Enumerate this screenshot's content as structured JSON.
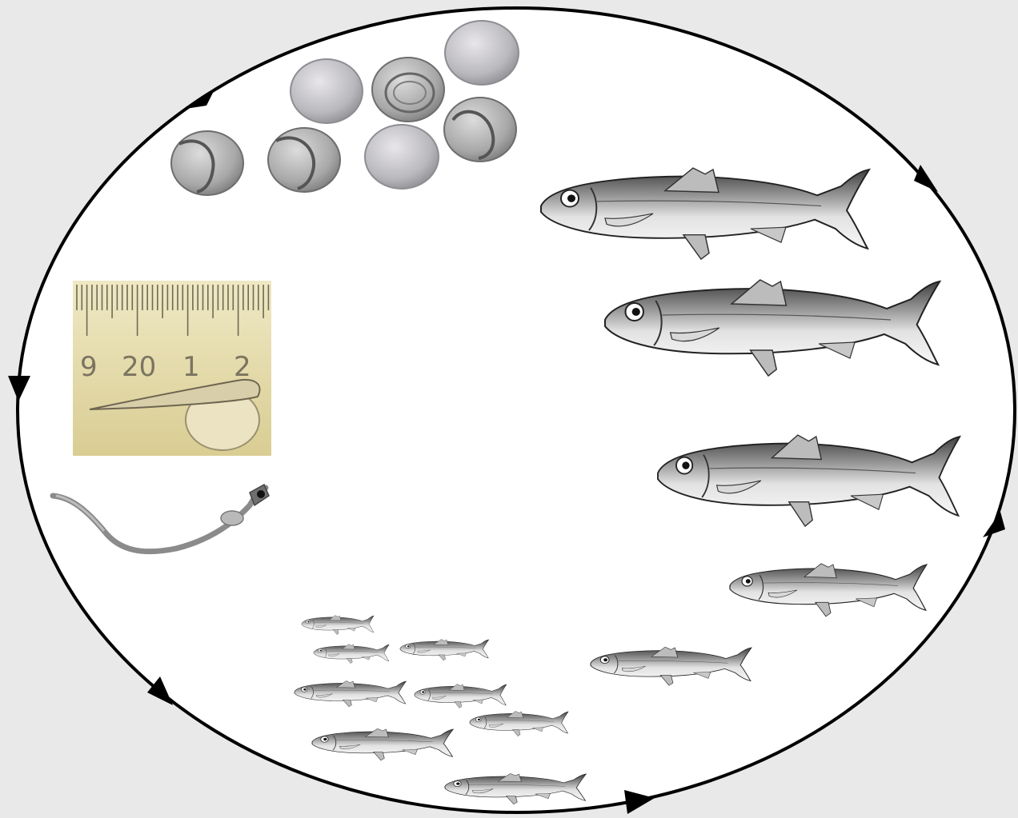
{
  "diagram": {
    "background": "#e9e9e9",
    "cycle_fill": "#ffffff",
    "cycle_stroke": "#000000",
    "stages": [
      "eggs",
      "larva-with-yolk-sac",
      "larva",
      "juveniles",
      "adults"
    ],
    "ruler_labels": [
      "9",
      "20",
      "1",
      "2"
    ],
    "colors": {
      "egg_fill": "#bdbdc2",
      "ruler_bg": "#e6dcae",
      "fish_body": "#d4d4d4",
      "fish_back": "#6e6e6e"
    }
  }
}
